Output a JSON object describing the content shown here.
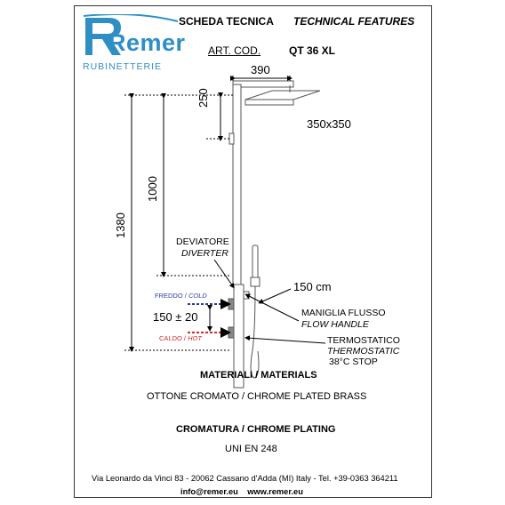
{
  "header": {
    "brand": "Remer",
    "brand_sub": "RUBINETTERIE",
    "title_it": "SCHEDA TECNICA",
    "title_en": "TECHNICAL FEATURES",
    "art_label": "ART. COD.",
    "art_code": "QT 36 XL"
  },
  "drawing": {
    "dim_arm": "390",
    "dim_head_drop": "250",
    "dim_head_size": "350x350",
    "dim_total_height": "1380",
    "dim_diverter_height": "1000",
    "diverter_it": "DEVIATORE",
    "diverter_en": "DIVERTER",
    "hose_length": "150 cm",
    "cold_label_it": "FREDDO",
    "cold_label_en": "COLD",
    "hot_label_it": "CALDO",
    "hot_label_en": "HOT",
    "sep": " / ",
    "inlet_spacing": "150 ± 20",
    "handle_it": "MANIGLIA FLUSSO",
    "handle_en": "FLOW HANDLE",
    "thermo_it": "TERMOSTATICO",
    "thermo_en": "THERMOSTATIC",
    "thermo_stop": "38°C STOP",
    "colors": {
      "cold": "#2a3c9e",
      "hot": "#d42a2a",
      "brand": "#2f8fc4"
    }
  },
  "specs": {
    "materials_title": "MATERIALI / MATERIALS",
    "materials_value": "OTTONE CROMATO / CHROME PLATED BRASS",
    "plating_title": "CROMATURA / CHROME PLATING",
    "plating_value": "UNI EN 248"
  },
  "footer": {
    "address": "Via Leonardo da Vinci 83 - 20062 Cassano d'Adda (MI) Italy - Tel. +39-0363 364211",
    "contacts": "info@remer.eu    www.remer.eu"
  }
}
